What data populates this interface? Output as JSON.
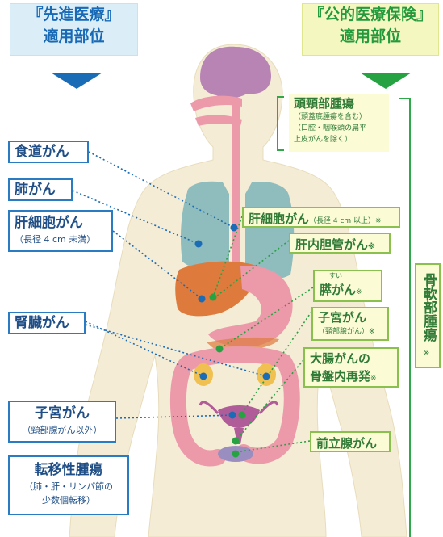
{
  "header_left": {
    "title": "『先進医療』",
    "subtitle": "適用部位"
  },
  "header_right": {
    "title": "『公的医療保険』",
    "subtitle": "適用部位"
  },
  "left_labels": {
    "esophagus": "食道がん",
    "lung": "肺がん",
    "liver": "肝細胞がん",
    "liver_note": "（長径 4 cm 未満）",
    "kidney": "腎臓がん",
    "uterus": "子宮がん",
    "uterus_note": "（頸部腺がん以外）",
    "metastasis": "転移性腫瘍",
    "metastasis_note1": "（肺・肝・リンパ節の",
    "metastasis_note2": "少数個転移）"
  },
  "right_labels": {
    "headneck": "頭頸部腫瘍",
    "headneck_note1": "（頭蓋底腫瘍を含む）",
    "headneck_note2": "（口腔・咽喉頭の扁平",
    "headneck_note3": "上皮がんを除く）",
    "liver": "肝細胞がん",
    "liver_note": "（長径 4 cm 以上）※",
    "bileduct": "肝内胆管がん",
    "pancreas_ruby": "すい",
    "pancreas": "膵がん",
    "uterus": "子宮がん",
    "uterus_note": "（頸部腺がん）※",
    "colon1": "大腸がんの",
    "colon2": "骨盤内再発",
    "prostate": "前立腺がん",
    "bone": "骨軟部腫瘍",
    "mark": "※"
  },
  "colors": {
    "advanced": "#1a6cb7",
    "insurance": "#27a243",
    "skin": "#f5ecd6",
    "lung": "#8fbcbc",
    "liver": "#de7a3c",
    "brain": "#b884b4",
    "organ_pink": "#ec9aaa"
  }
}
